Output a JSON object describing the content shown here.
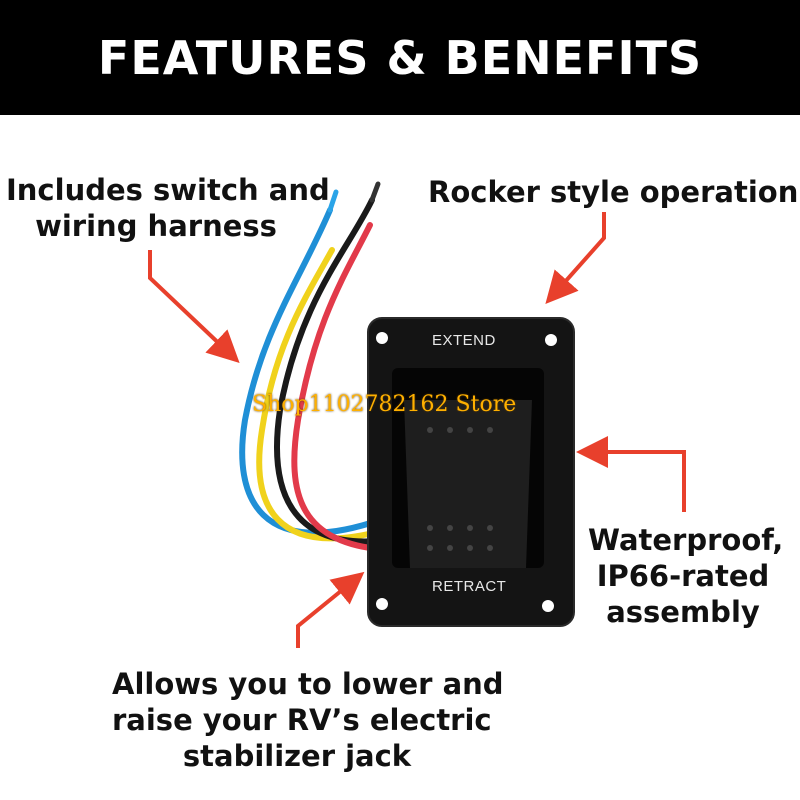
{
  "banner": {
    "title": "FEATURES & BENEFITS"
  },
  "callouts": {
    "harness": {
      "line1": "Includes switch and",
      "line2": "wiring harness"
    },
    "rocker": {
      "line1": "Rocker style operation"
    },
    "waterproof": {
      "line1": "Waterproof,",
      "line2": "IP66-rated",
      "line3": "assembly"
    },
    "jack": {
      "line1": "Allows you to lower and",
      "line2": "raise your RV’s electric",
      "line3": "stabilizer jack"
    }
  },
  "switch": {
    "top_label": "EXTEND",
    "bottom_label": "RETRACT"
  },
  "watermark": "Shop1102782162 Store",
  "colors": {
    "banner": "#000000",
    "arrow": "#e8402c",
    "wire_blue": "#1f8fd6",
    "wire_yellow": "#f0d21c",
    "wire_black": "#1a1a1a",
    "wire_red": "#e23a4a",
    "plate": "#141414"
  },
  "icons": [
    "arrow-icon",
    "rocker-switch-image",
    "wire-harness-image"
  ]
}
